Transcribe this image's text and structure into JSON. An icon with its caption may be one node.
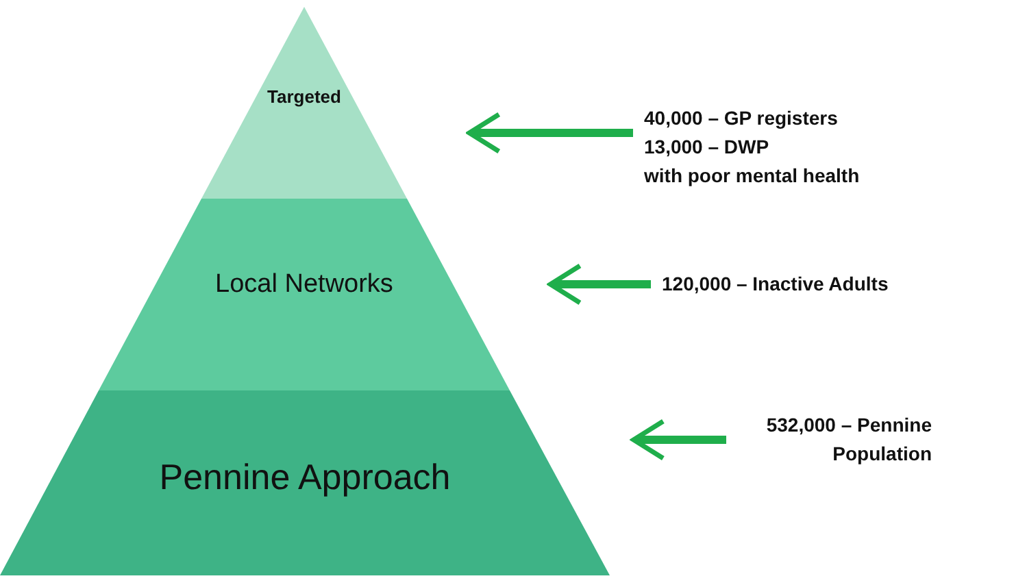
{
  "diagram": {
    "nodes": [
      {
        "text": [
          "Targeted"
        ]
      },
      {
        "text": [
          "Local Networks"
        ]
      },
      {
        "text": [
          "Pennine Approach"
        ]
      },
      {
        "text": [
          "40,000 – GP registers",
          "13,000 – DWP",
          "with poor mental health"
        ]
      },
      {
        "text": [
          "120,000 – Inactive Adults"
        ]
      },
      {
        "text": [
          "532,000 – Pennine Population"
        ]
      }
    ],
    "edges": [
      {
        "from": 3,
        "to": 0,
        "arrow": "to"
      },
      {
        "from": 4,
        "to": 1,
        "arrow": "to"
      },
      {
        "from": 5,
        "to": 2,
        "arrow": "to"
      }
    ]
  }
}
